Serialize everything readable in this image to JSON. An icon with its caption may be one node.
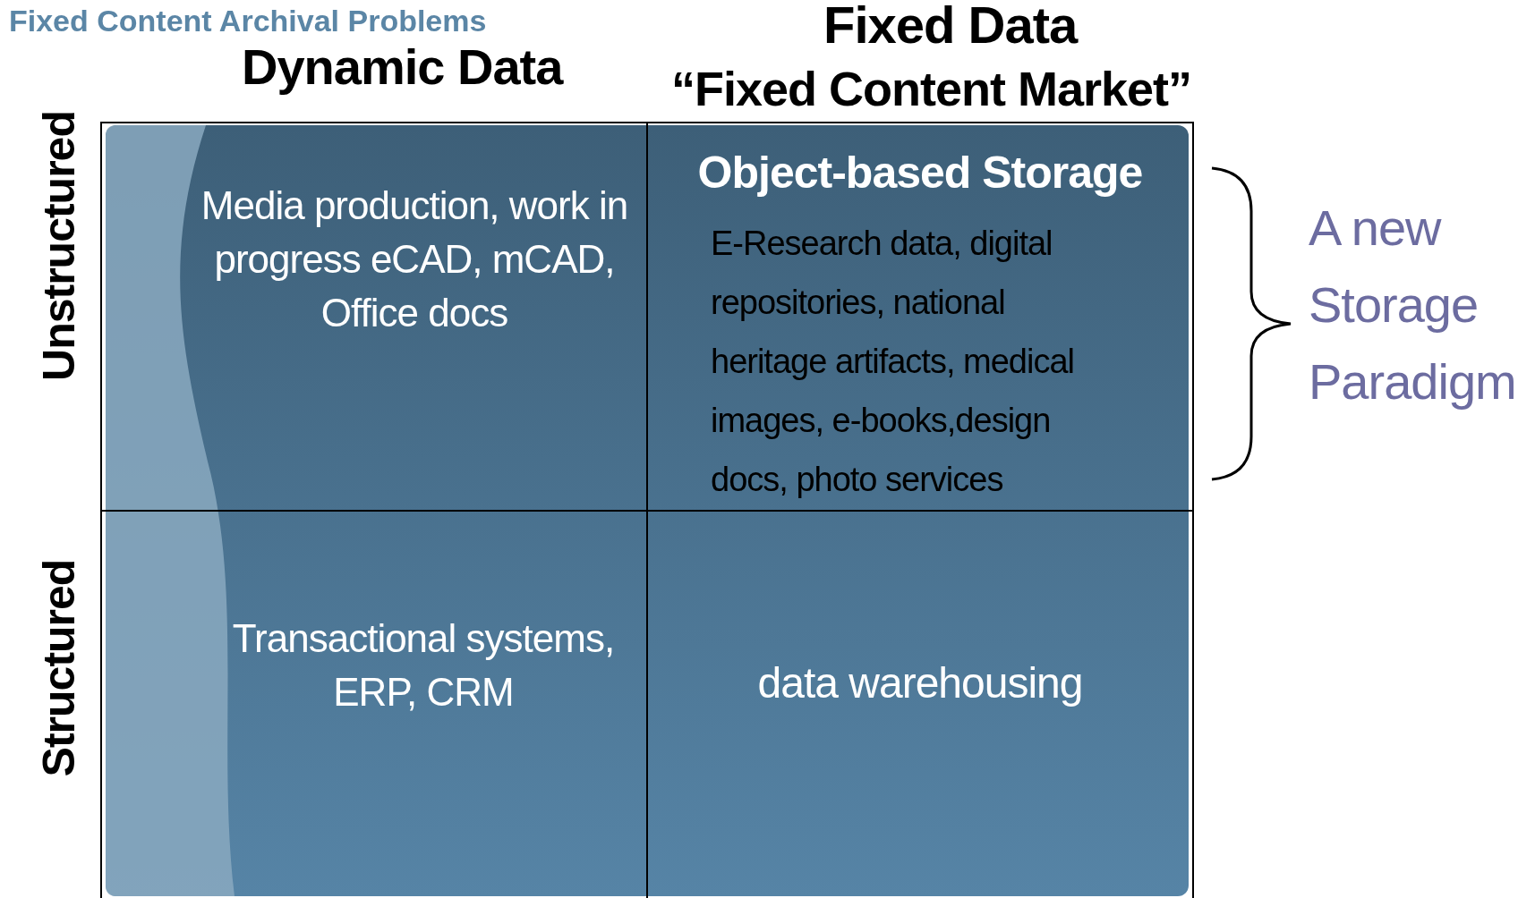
{
  "diagram": {
    "title": "Fixed Content Archival Problems",
    "nodes": [
      {
        "text": [
          "Media production, work in progress eCAD, mCAD, Office docs"
        ]
      },
      {
        "text": [
          "Object-based Storage",
          "E-Research data, digital repositories, national heritage artifacts, medical images, e-books,design docs, photo services"
        ]
      },
      {
        "text": [
          "Transactional systems, ERP, CRM"
        ]
      },
      {
        "text": [
          "data warehousing"
        ]
      }
    ],
    "labels": [
      "Dynamic Data",
      "Fixed Data",
      "“Fixed Content Market”",
      "Unstructured",
      "Structured",
      "A new Storage Paradigm"
    ]
  }
}
